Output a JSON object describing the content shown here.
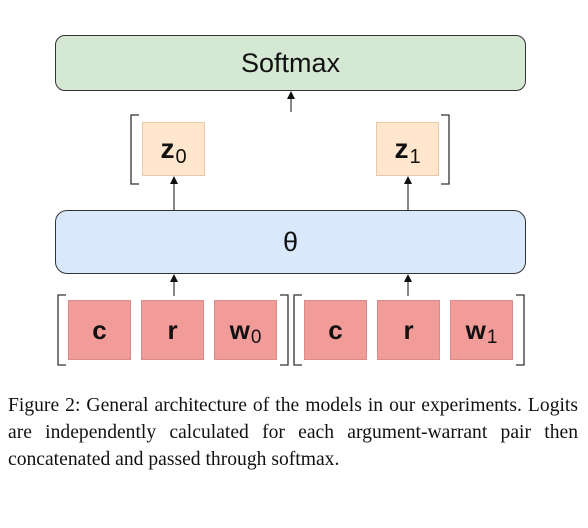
{
  "diagram": {
    "softmax_label": "Softmax",
    "theta_label": "θ",
    "logits": [
      {
        "main": "z",
        "sub": "0"
      },
      {
        "main": "z",
        "sub": "1"
      }
    ],
    "pair_0": {
      "claim": "c",
      "reason": "r",
      "warrant_main": "w",
      "warrant_sub": "0"
    },
    "pair_1": {
      "claim": "c",
      "reason": "r",
      "warrant_main": "w",
      "warrant_sub": "1"
    },
    "colors": {
      "softmax_fill": "#d5e8d4",
      "theta_fill": "#dae8fc",
      "logit_fill": "#ffe6cc",
      "token_fill": "#f19c99"
    }
  },
  "caption": {
    "text": "Figure 2: General architecture of the models in our experiments. Logits are independently calculated for each argument-warrant pair then concatenated and passed through softmax."
  }
}
